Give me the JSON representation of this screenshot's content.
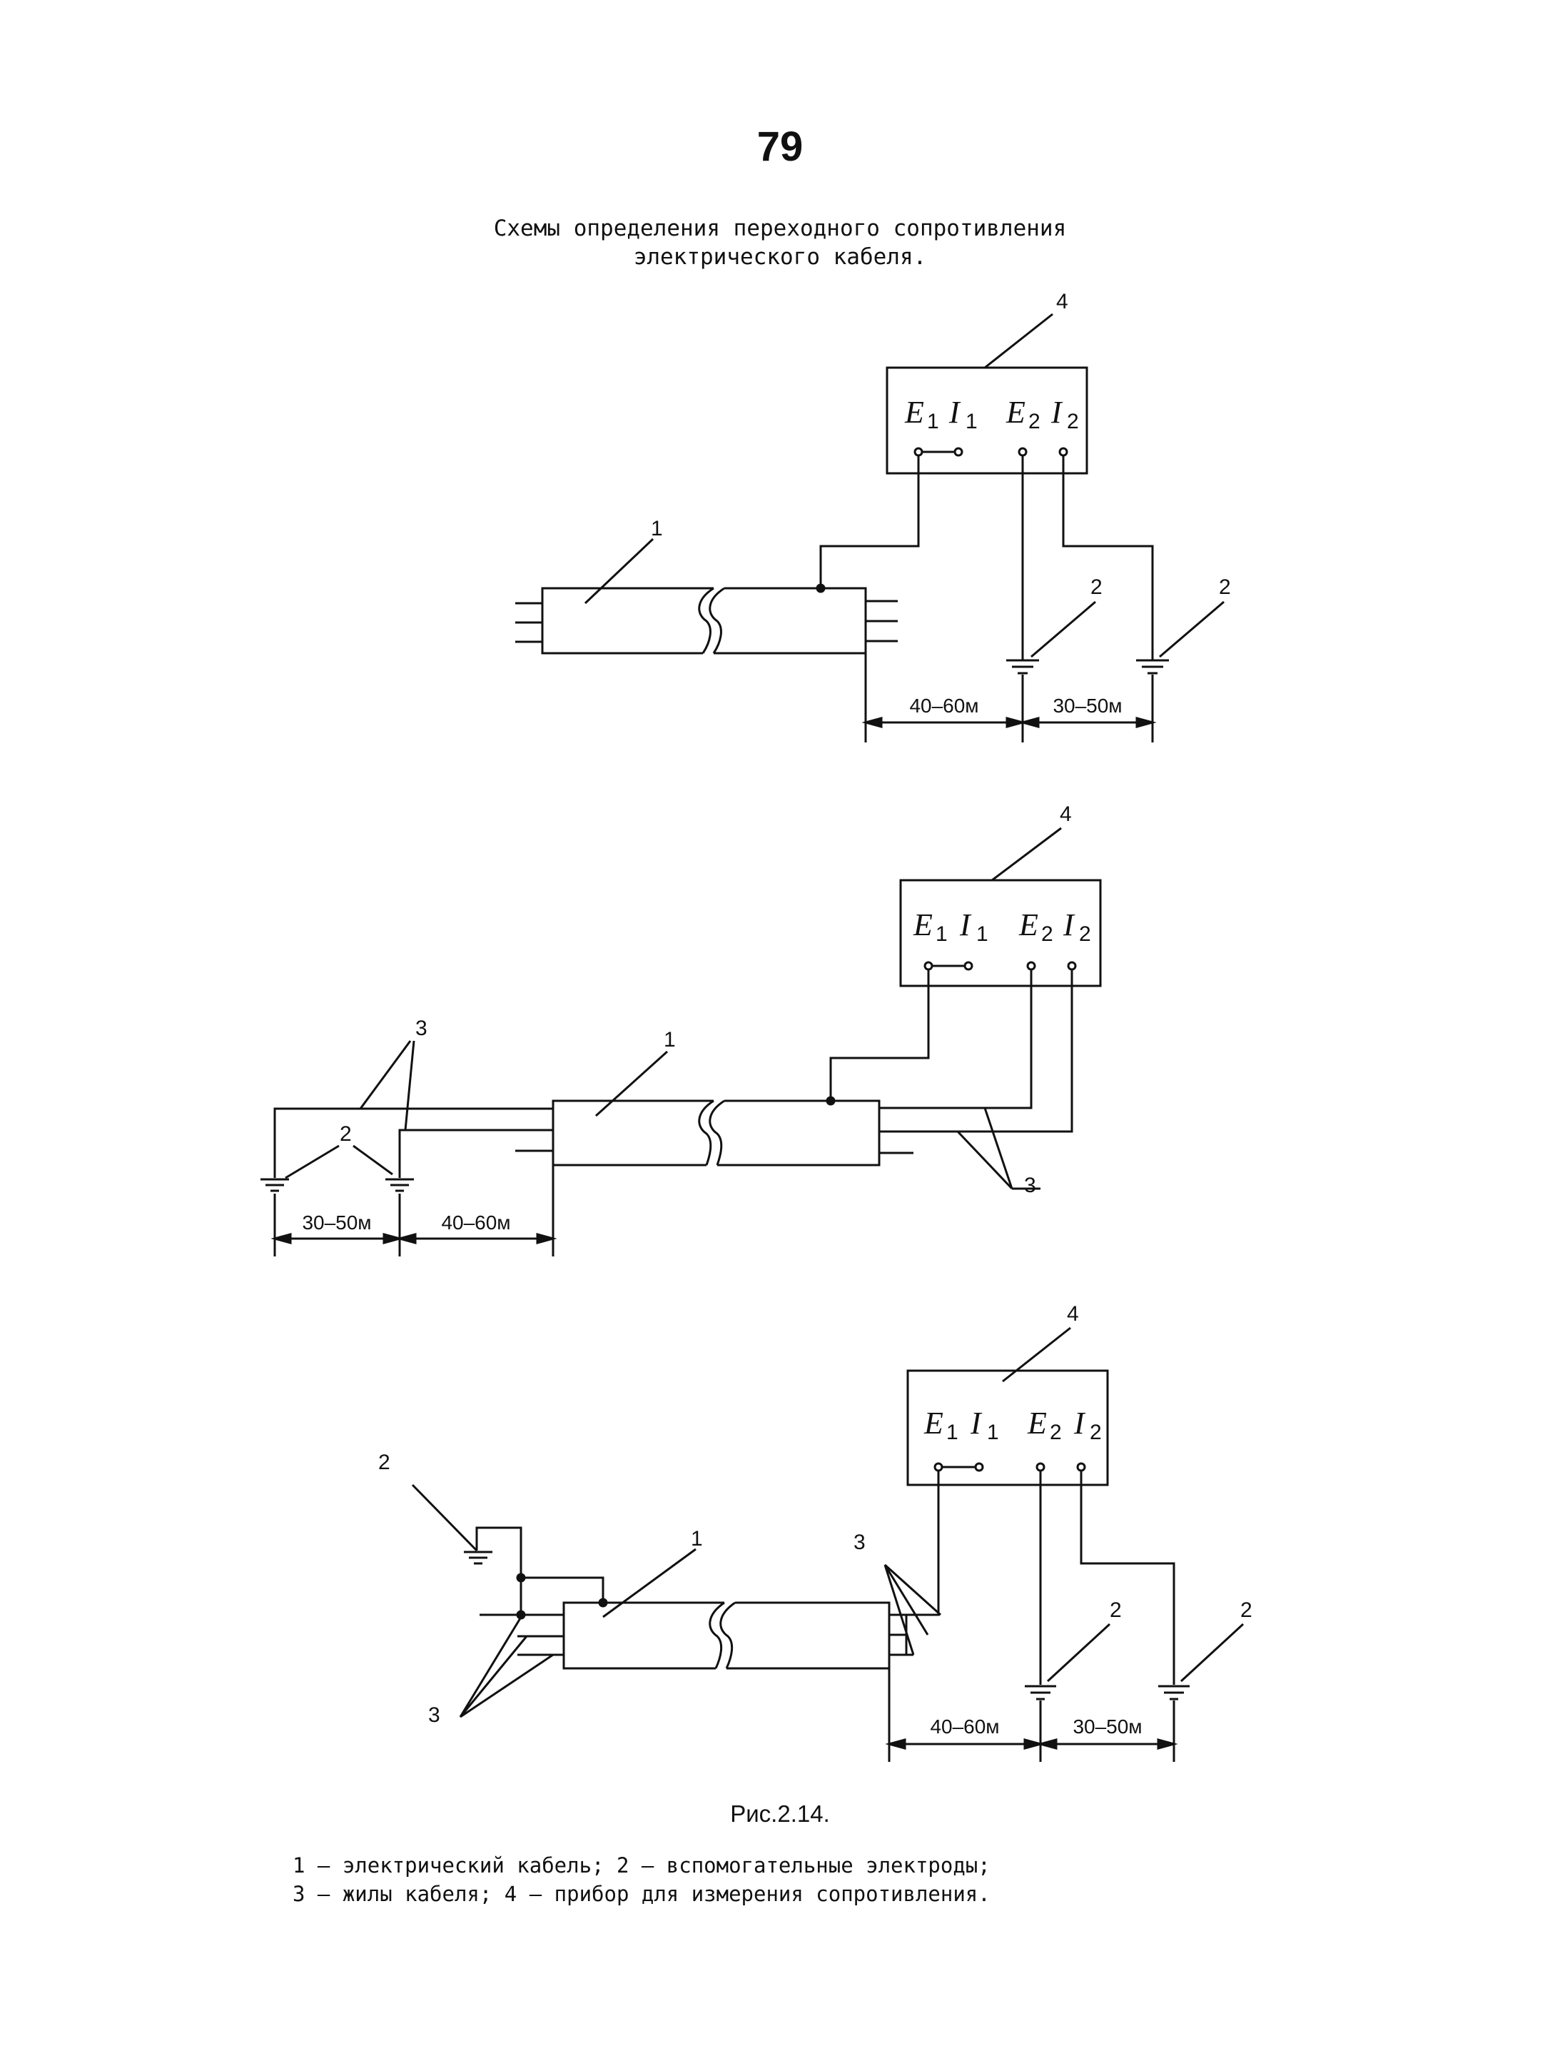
{
  "page_number": "79",
  "title": {
    "line1": "Схемы определения переходного сопротивления",
    "line2": "электрического кабеля."
  },
  "labels": {
    "cable": "1",
    "electrode": "2",
    "cores": "3",
    "meter": "4"
  },
  "terminals": {
    "e1": "E",
    "e1_sub": "1",
    "i1": "I",
    "i1_sub": "1",
    "e2": "E",
    "e2_sub": "2",
    "i2": "I",
    "i2_sub": "2"
  },
  "dimensions": {
    "d1": "40–60м",
    "d2": "30–50м"
  },
  "caption": "Рис.2.14.",
  "legend": {
    "line1": "1 – электрический кабель; 2 – вспомогательные электроды;",
    "line2": "3 – жилы кабеля; 4 – прибор для измерения сопротивления."
  }
}
